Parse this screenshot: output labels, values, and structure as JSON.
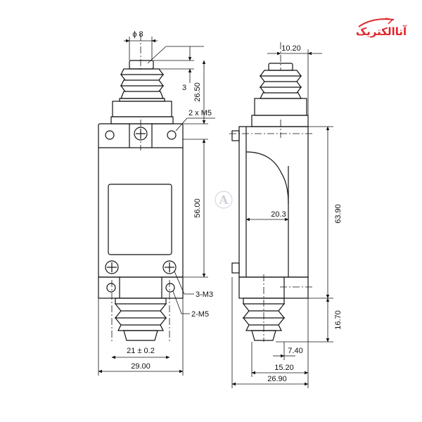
{
  "brand": {
    "logo_text": "آتاالکتریک",
    "logo_color": "#e0262b",
    "watermark_letter": "A"
  },
  "colors": {
    "line": "#111111",
    "background": "#ffffff",
    "watermark": "#c9ced6"
  },
  "front_view": {
    "dim_plunger_dia": "ϕ 8",
    "dim_plunger_top": "3",
    "dim_head_height": "26.50",
    "label_top_screws": "2 x M5",
    "dim_body_height": "56.00",
    "label_side_screws": "3-M3",
    "label_bottom_screws": "2-M5",
    "dim_hole_spacing": "21 ± 0.2",
    "dim_body_width": "29.00"
  },
  "side_view": {
    "dim_plunger_offset": "10.20",
    "dim_cam_depth": "20.3",
    "dim_total_height": "63.90",
    "dim_bottom_plunger": "16.70",
    "dim_bottom_offset": "7.40",
    "dim_bottom_width": "15.20",
    "dim_total_depth": "26.90"
  }
}
